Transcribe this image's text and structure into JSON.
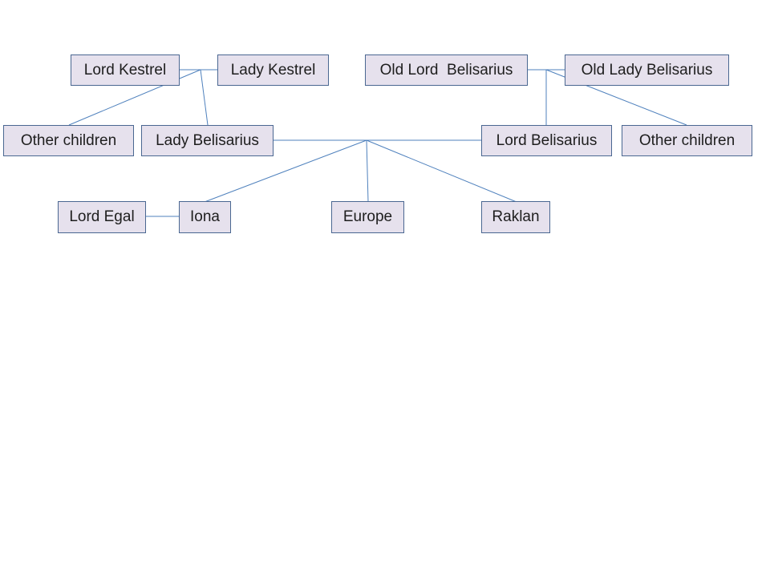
{
  "colors": {
    "box_fill": "#e6e1ed",
    "box_border": "#4a6791",
    "line": "#4f81bd",
    "text": "#1e1e1e"
  },
  "nodes": {
    "lord_kestrel": "Lord Kestrel",
    "lady_kestrel": "Lady Kestrel",
    "old_lord_belisarius": "Old Lord  Belisarius",
    "old_lady_belisarius": "Old Lady Belisarius",
    "other_children_left": "Other children",
    "lady_belisarius": "Lady Belisarius",
    "lord_belisarius": "Lord Belisarius",
    "other_children_right": "Other children",
    "lord_egal": "Lord Egal",
    "iona": "Iona",
    "europe": "Europe",
    "raklan": "Raklan"
  }
}
